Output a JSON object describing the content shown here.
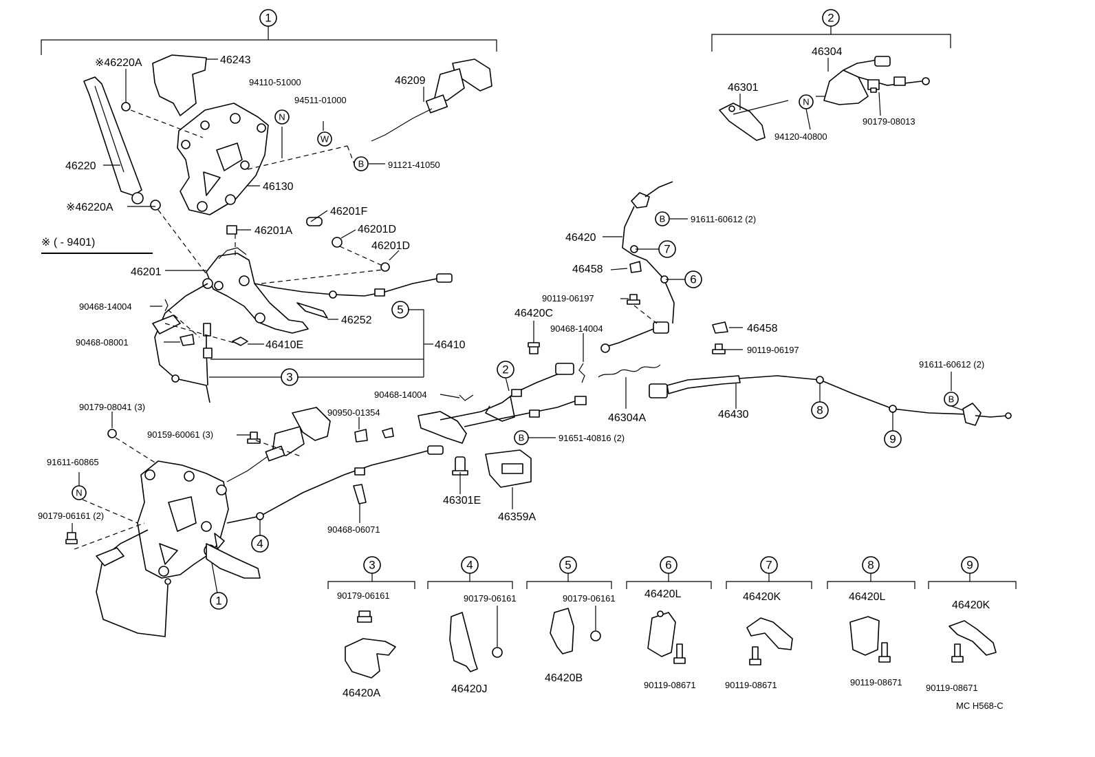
{
  "callouts": {
    "c1": "1",
    "c2": "2",
    "c3": "3",
    "c4": "4",
    "c5": "5",
    "c6": "6",
    "c7": "7",
    "c8": "8",
    "c9": "9"
  },
  "symbols": {
    "n": "N",
    "w": "W",
    "b": "B"
  },
  "note": {
    "mark": "※",
    "text": "※ (        - 9401)"
  },
  "labels": {
    "p46220A_top": "※46220A",
    "p46243": "46243",
    "p94110": "94110-51000",
    "p94511": "94511-01000",
    "p46209": "46209",
    "p46220": "46220",
    "p91121": "91121-41050",
    "p46130": "46130",
    "p46220A_bot": "※46220A",
    "p46201F": "46201F",
    "p46201A": "46201A",
    "p46201D_1": "46201D",
    "p46201D_2": "46201D",
    "p46201": "46201",
    "p90468_14004_a": "90468-14004",
    "p46252": "46252",
    "p90468_08001": "90468-08001",
    "p46410E": "46410E",
    "p46410": "46410",
    "p90179_08041": "90179-08041 (3)",
    "p90950": "90950-01354",
    "p90159": "90159-60061 (3)",
    "p91611_60865": "91611-60865",
    "p90179_06161_2": "90179-06161 (2)",
    "p90468_06071": "90468-06071",
    "p46301E": "46301E",
    "p46359A": "46359A",
    "p91651": "91651-40816 (2)",
    "p90468_14004_b": "90468-14004",
    "p90468_14004_c": "90468-14004",
    "p46420C": "46420C",
    "p90119_06197_a": "90119-06197",
    "p46458_a": "46458",
    "p46420": "46420",
    "p91611_60612_a": "91611-60612 (2)",
    "p46304A": "46304A",
    "p46458_b": "46458",
    "p90119_06197_b": "90119-06197",
    "p46430": "46430",
    "p91611_60612_b": "91611-60612 (2)",
    "p46304": "46304",
    "p46301": "46301",
    "p94120": "94120-40800",
    "p90179_08013": "90179-08013",
    "k3_bolt": "90179-06161",
    "k3_part": "46420A",
    "k4_bolt": "90179-06161",
    "k4_part": "46420J",
    "k5_bolt": "90179-06161",
    "k5_part": "46420B",
    "k6_part": "46420L",
    "k6_bolt": "90119-08671",
    "k7_part": "46420K",
    "k7_bolt": "90119-08671",
    "k8_part": "46420L",
    "k8_bolt": "90119-08671",
    "k9_part": "46420K",
    "k9_bolt": "90119-08671",
    "code": "MC  H568-C"
  }
}
